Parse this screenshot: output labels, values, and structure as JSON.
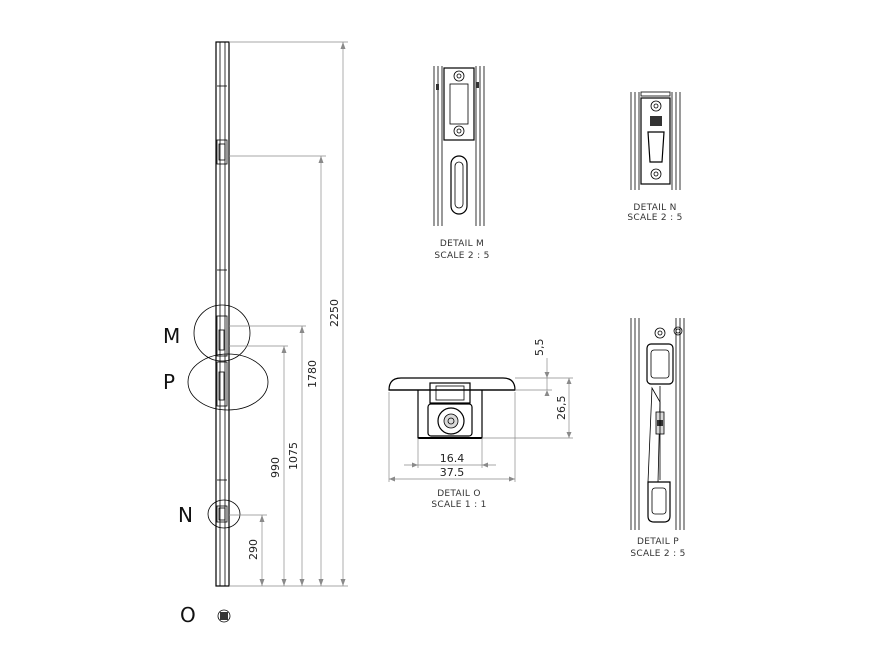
{
  "main_view": {
    "dimensions": [
      "2250",
      "1780",
      "1075",
      "990",
      "290"
    ],
    "detail_letters": {
      "m": "M",
      "p": "P",
      "n": "N"
    }
  },
  "detail_m": {
    "caption": "DETAIL M",
    "scale": "SCALE 2 : 5"
  },
  "detail_n": {
    "caption": "DETAIL N",
    "scale": "SCALE 2 : 5"
  },
  "detail_o": {
    "caption": "DETAIL O",
    "scale": "SCALE 1 : 1",
    "dimensions": {
      "top": "5,5",
      "height": "26,5",
      "inner_width": "16.4",
      "outer_width": "37.5"
    }
  },
  "detail_p": {
    "caption": "DETAIL P",
    "scale": "SCALE 2 : 5"
  },
  "section_marker": {
    "letter": "O"
  }
}
